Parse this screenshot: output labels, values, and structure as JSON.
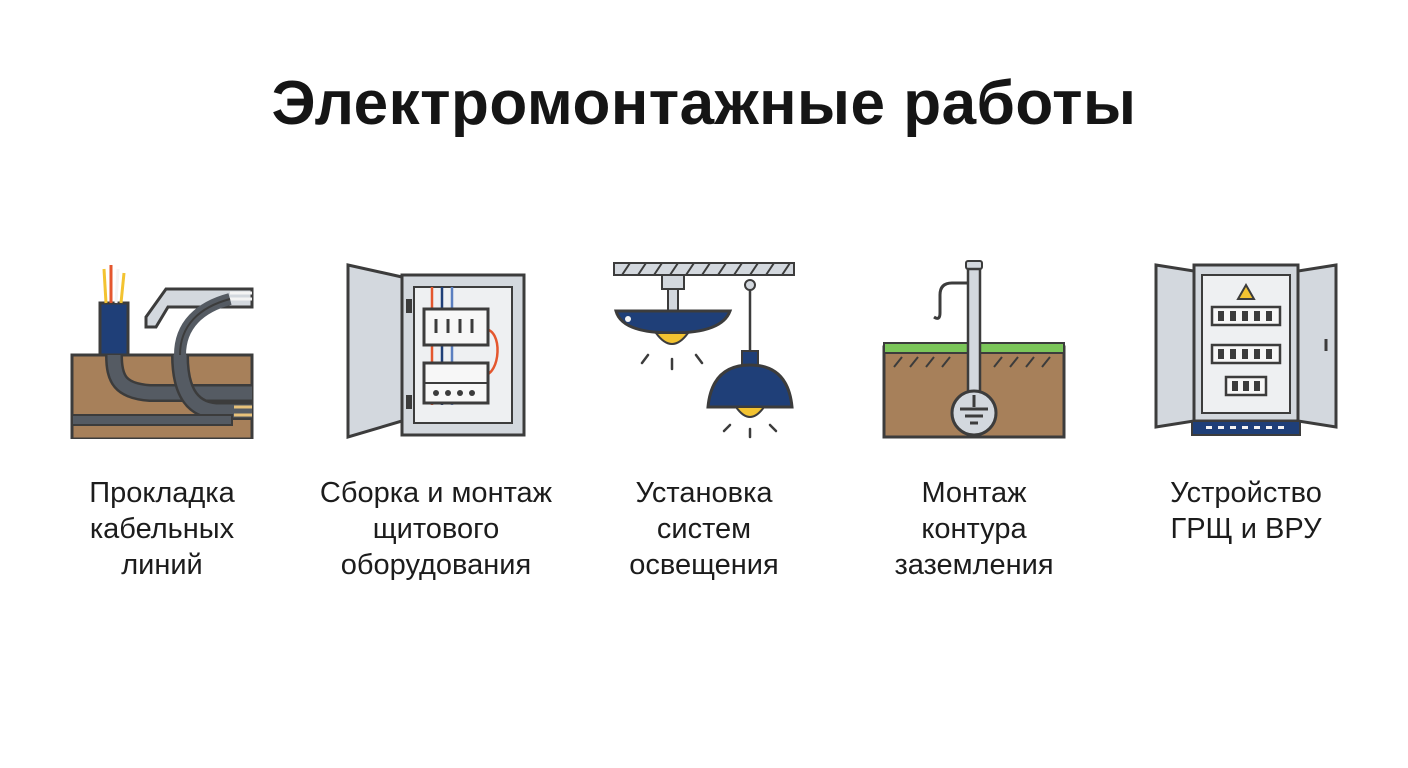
{
  "page": {
    "title": "Электромонтажные работы"
  },
  "services": [
    {
      "icon": "cable-lines-icon",
      "label_lines": [
        "Прокладка",
        "кабельных",
        "линий"
      ]
    },
    {
      "icon": "switchboard-icon",
      "label_lines": [
        "Сборка и монтаж",
        "щитового",
        "оборудования"
      ]
    },
    {
      "icon": "lighting-icon",
      "label_lines": [
        "Установка",
        "систем",
        "освещения"
      ]
    },
    {
      "icon": "grounding-icon",
      "label_lines": [
        "Монтаж",
        "контура",
        "заземления"
      ]
    },
    {
      "icon": "main-distribution-board-icon",
      "label_lines": [
        "Устройство",
        "ГРЩ и ВРУ"
      ]
    }
  ],
  "colors": {
    "outline": "#3c3c3c",
    "navy": "#1f3f78",
    "soil": "#a7805a",
    "grass": "#7bc659",
    "steel": "#d3d8de",
    "lamp_glow": "#f3c331"
  }
}
